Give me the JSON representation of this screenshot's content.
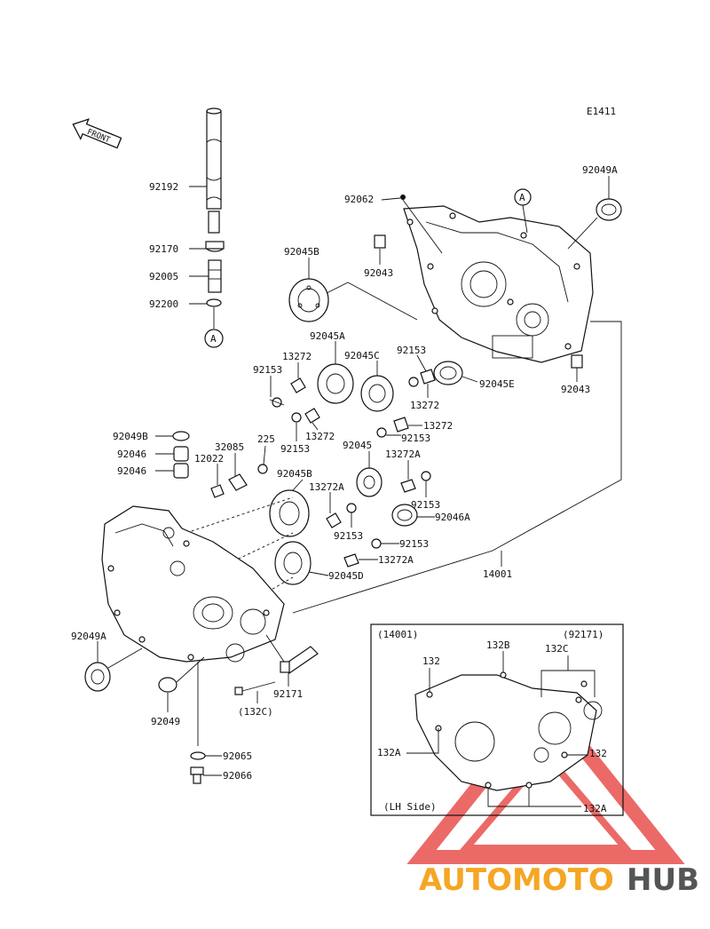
{
  "diagram_code": "E1411",
  "front_label": "FRONT",
  "circle_ref": "A",
  "labels": {
    "p92049A_top": "92049A",
    "p92062": "92062",
    "p92192": "92192",
    "p92170": "92170",
    "p92005": "92005",
    "p92200": "92200",
    "p92045B_top": "92045B",
    "p92043_top": "92043",
    "p92045A": "92045A",
    "p13272_a": "13272",
    "p92153_a": "92153",
    "p92045C": "92045C",
    "p92153_b": "92153",
    "p92045E": "92045E",
    "p92043_right": "92043",
    "p13272_b": "13272",
    "p13272_c": "13272",
    "p92153_c": "92153",
    "p13272_d": "13272",
    "p92153_d": "92153",
    "p92049B": "92049B",
    "p32085": "32085",
    "p225": "225",
    "p92045": "92045",
    "p92046_a": "92046",
    "p12022": "12022",
    "p13272A_a": "13272A",
    "p92046_b": "92046",
    "p92045B_mid": "92045B",
    "p13272A_b": "13272A",
    "p92153_e": "92153",
    "p92046A": "92046A",
    "p92153_f": "92153",
    "p92153_g": "92153",
    "p13272A_c": "13272A",
    "p92045D": "92045D",
    "p14001": "14001",
    "p92049A_left": "92049A",
    "p92171": "92171",
    "p132C": "(132C)",
    "p92049": "92049",
    "p92065": "92065",
    "p92066": "92066"
  },
  "inset": {
    "title": "(14001)",
    "footer": "(LH Side)",
    "labels": {
      "l132B": "132B",
      "l92171": "(92171)",
      "l132_top": "132",
      "l132C": "132C",
      "l132A_left": "132A",
      "l132_right": "132",
      "l132A_bottom": "132A"
    }
  },
  "watermark": {
    "part1": "AUTOMOTO",
    "part2": "HUB",
    "color1": "#f5a623",
    "color2": "#555555",
    "triangle_color": "#e53935"
  }
}
